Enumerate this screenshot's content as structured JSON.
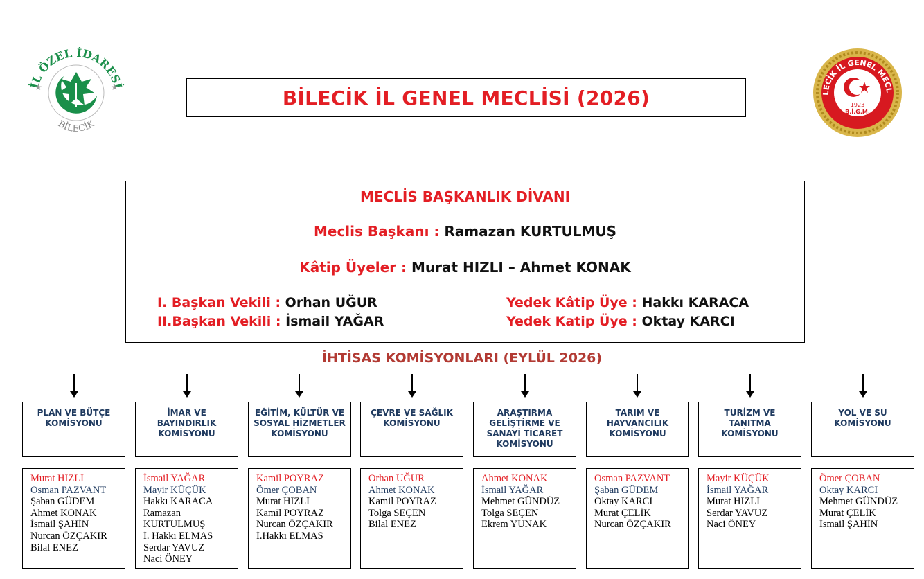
{
  "header": {
    "title": "BİLECİK İL GENEL MECLİSİ (2026)",
    "left_logo": {
      "icon": "il-ozel-idaresi-logo",
      "ring_text": "İL ÖZEL İDARESİ",
      "bottom_text": "BİLECİK"
    },
    "right_logo": {
      "icon": "bigm-seal",
      "ring_text": "BİLECİK İL GENEL MECLİSİ",
      "year": "1923",
      "abbr": "B.İ.G.M."
    }
  },
  "divan": {
    "heading": "MECLİS BAŞKANLIK DİVANI",
    "baskan_label": "Meclis Başkanı :",
    "baskan_value": " Ramazan KURTULMUŞ",
    "katip_label": "Kâtip Üyeler :",
    "katip_value": " Murat HIZLI – Ahmet KONAK",
    "vekil1_label": "I. Başkan Vekili :",
    "vekil1_value": " Orhan UĞUR",
    "vekil2_label": "II.Başkan Vekili :",
    "vekil2_value": " İsmail YAĞAR",
    "yedek1_label": "Yedek Kâtip Üye :",
    "yedek1_value": "  Hakkı KARACA",
    "yedek2_label": "Yedek Katip Üye :",
    "yedek2_value": "  Oktay KARCI"
  },
  "komisyon_heading": "İHTİSAS KOMİSYONLARI (EYLÜL 2026)",
  "commissions": [
    {
      "name": "PLAN VE BÜTÇE\nKOMİSYONU",
      "members": [
        "Murat HIZLI",
        "Osman PAZVANT",
        "Şaban GÜDEM",
        "Ahmet KONAK",
        "İsmail ŞAHİN",
        "Nurcan ÖZÇAKIR",
        "Bilal ENEZ"
      ]
    },
    {
      "name": "İMAR VE\nBAYINDIRLIK\nKOMİSYONU",
      "members": [
        "İsmail YAĞAR",
        "Mayir KÜÇÜK",
        "Hakkı KARACA",
        "Ramazan",
        "KURTULMUŞ",
        "İ. Hakkı ELMAS",
        "Serdar YAVUZ",
        "Naci ÖNEY"
      ]
    },
    {
      "name": "EĞİTİM, KÜLTÜR VE\nSOSYAL HİZMETLER\nKOMİSYONU",
      "members": [
        "Kamil POYRAZ",
        "Ömer ÇOBAN",
        "Murat HIZLI",
        "Kamil POYRAZ",
        "Nurcan ÖZÇAKIR",
        "İ.Hakkı ELMAS"
      ]
    },
    {
      "name": "ÇEVRE VE SAĞLIK\nKOMİSYONU",
      "members": [
        "Orhan UĞUR",
        "Ahmet KONAK",
        "Kamil POYRAZ",
        "Tolga SEÇEN",
        "Bilal ENEZ"
      ]
    },
    {
      "name": "ARAŞTIRMA\nGELİŞTİRME VE\nSANAYİ TİCARET\nKOMİSYONU",
      "members": [
        "Ahmet KONAK",
        "İsmail YAĞAR",
        "Mehmet GÜNDÜZ",
        "Tolga SEÇEN",
        "Ekrem YUNAK"
      ]
    },
    {
      "name": "TARIM VE\nHAYVANCILIK\nKOMİSYONU",
      "members": [
        "Osman PAZVANT",
        "Şaban GÜDEM",
        "Oktay KARCI",
        "Murat ÇELİK",
        "Nurcan ÖZÇAKIR"
      ]
    },
    {
      "name": "TURİZM VE TANITMA\nKOMİSYONU",
      "members": [
        "Mayir KÜÇÜK",
        "İsmail YAĞAR",
        "Murat HIZLI",
        "Serdar YAVUZ",
        "Naci ÖNEY"
      ]
    },
    {
      "name": "YOL VE SU\nKOMİSYONU",
      "members": [
        "Ömer ÇOBAN",
        "Oktay KARCI",
        "Mehmet GÜNDÜZ",
        "Murat ÇELİK",
        "İsmail ŞAHİN"
      ]
    }
  ],
  "colors": {
    "red": "#e31e24",
    "navy": "#1f3a5f",
    "heading_brown": "#b23a33",
    "logo_green": "#1a8f4a",
    "seal_gold": "#c9a227"
  }
}
